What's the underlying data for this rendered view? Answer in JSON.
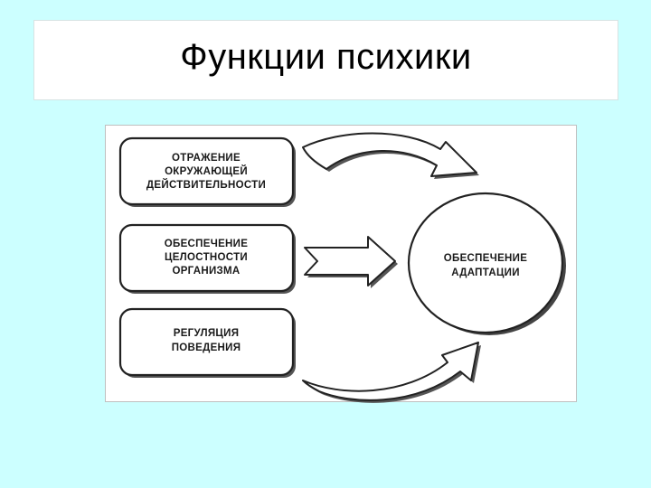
{
  "slide": {
    "title": "Функции психики"
  },
  "diagram": {
    "boxes": [
      {
        "lines": [
          "ОТРАЖЕНИЕ",
          "ОКРУЖАЮЩЕЙ",
          "ДЕЙСТВИТЕЛЬНОСТИ"
        ]
      },
      {
        "lines": [
          "ОБЕСПЕЧЕНИЕ",
          "ЦЕЛОСТНОСТИ",
          "ОРГАНИЗМА"
        ]
      },
      {
        "lines": [
          "РЕГУЛЯЦИЯ",
          "ПОВЕДЕНИЯ"
        ]
      }
    ],
    "target": {
      "lines": [
        "ОБЕСПЕЧЕНИЕ",
        "АДАПТАЦИИ"
      ]
    }
  }
}
